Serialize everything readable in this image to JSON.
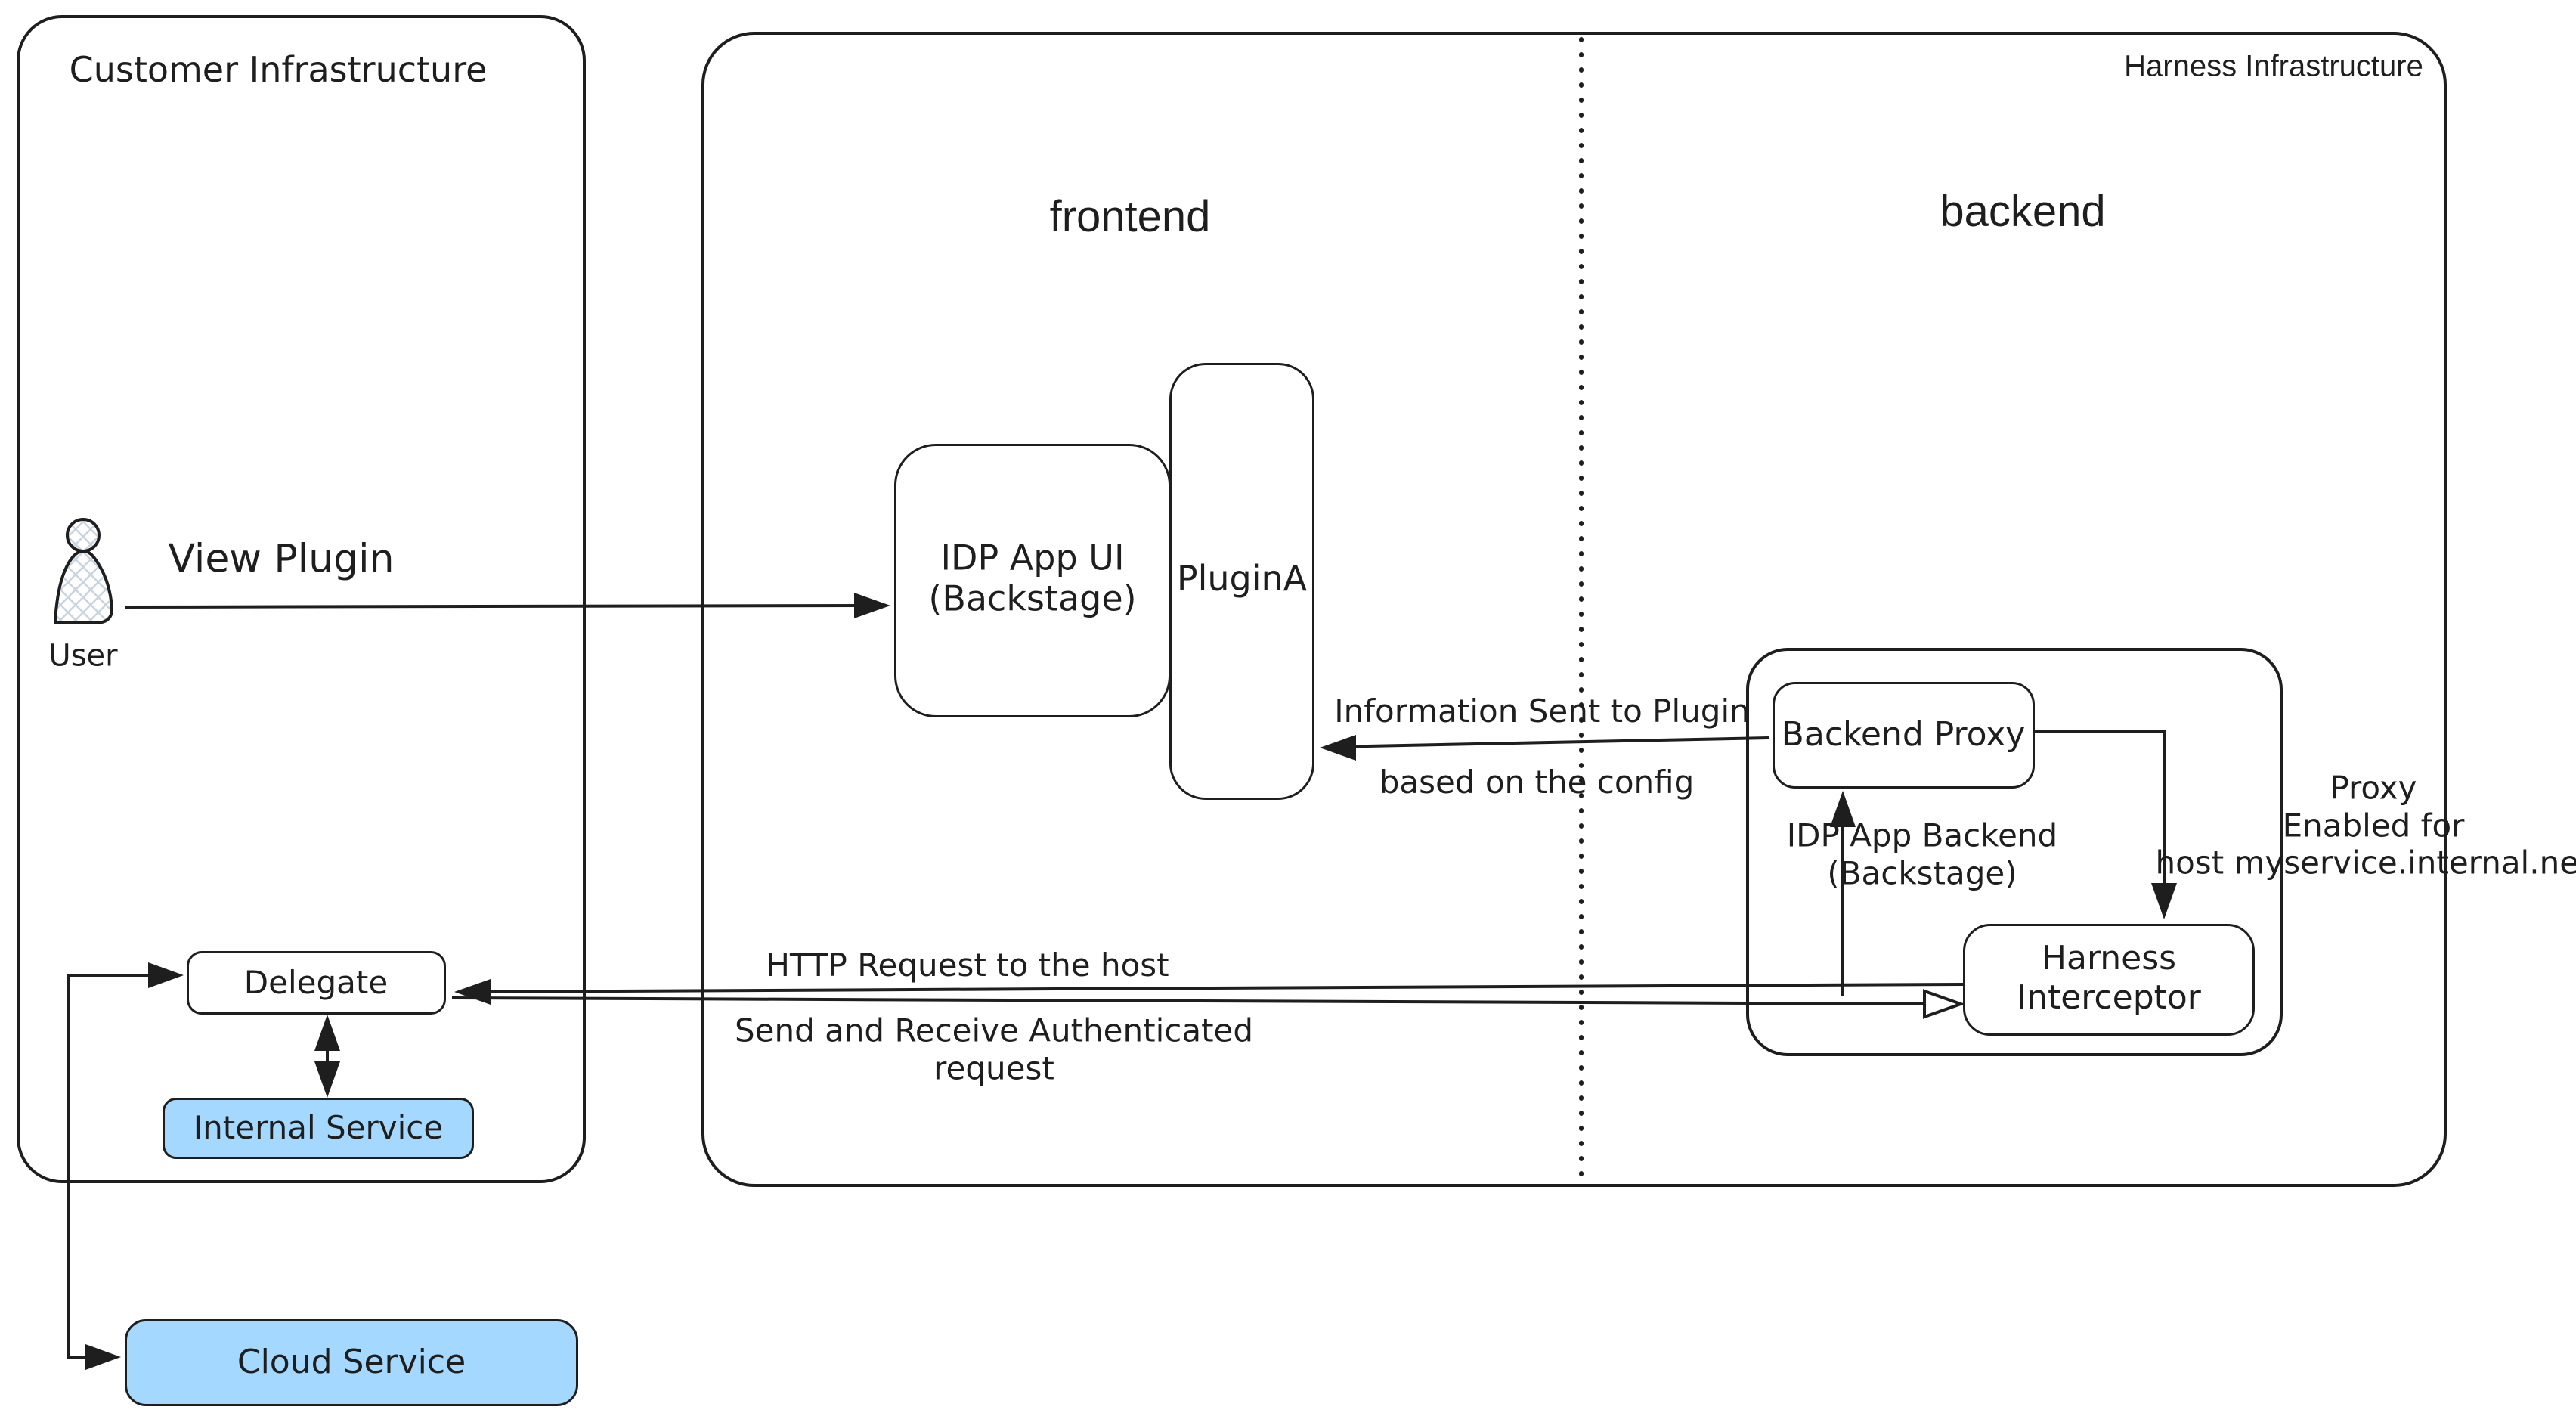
{
  "diagram": {
    "customer": {
      "title": "Customer Infrastructure",
      "user_label": "User",
      "delegate_label": "Delegate",
      "internal_service_label": "Internal Service",
      "cloud_service_label": "Cloud Service"
    },
    "harness": {
      "title": "Harness Infrastructure",
      "frontend_label": "frontend",
      "backend_label": "backend"
    },
    "frontend": {
      "idp_ui_line1": "IDP App UI",
      "idp_ui_line2": "(Backstage)",
      "plugin_label": "PluginA"
    },
    "backend": {
      "proxy_label": "Backend Proxy",
      "container_line1": "IDP App Backend",
      "container_line2": "(Backstage)",
      "interceptor_line1": "Harness",
      "interceptor_line2": "Interceptor",
      "note_line1": "Proxy",
      "note_line2": "Enabled for",
      "note_line3": "host myservice.internal.net"
    },
    "edges": {
      "view_plugin": "View Plugin",
      "info_line1": "Information Sent to Plugin",
      "info_line2": "based on the config",
      "http_line1": "HTTP Request to the host",
      "http_line2": "Send and Receive Authenticated",
      "http_line3": "request"
    },
    "icons": {
      "user_icon": "user-person-silhouette"
    },
    "colors": {
      "stroke": "#1e1e1e",
      "service_fill": "#a5d8ff",
      "hatch": "#c9d4de"
    }
  }
}
